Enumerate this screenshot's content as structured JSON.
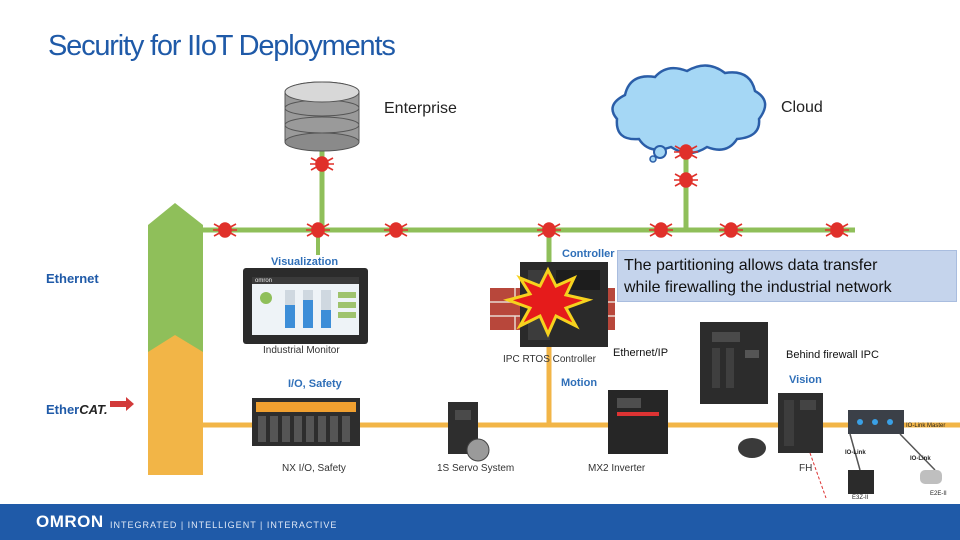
{
  "title": "Security for IIoT Deployments",
  "labels": {
    "enterprise": "Enterprise",
    "cloud": "Cloud",
    "ethernet": "Ethernet",
    "ethercat_prefix": "Ether",
    "ethercat_suffix": "CAT.",
    "controller": "Controller",
    "visualization": "Visualization",
    "industrial_monitor": "Industrial Monitor",
    "ipc_rtos": "IPC RTOS Controller",
    "ethernet_ip": "Ethernet/IP",
    "behind_firewall": "Behind firewall IPC",
    "motion": "Motion",
    "vision": "Vision",
    "io_safety": "I/O, Safety",
    "nx_io": "NX I/O, Safety",
    "servo": "1S Servo System",
    "inverter": "MX2 Inverter",
    "fh": "FH",
    "io_link_master": "IO-Link Master",
    "io_link_1": "IO-Link",
    "io_link_2": "IO-Link",
    "e3z": "E3Z-II",
    "e2e": "E2E-II",
    "monitor_brand": "omron"
  },
  "callout": {
    "line1": "The partitioning allows data transfer",
    "line2": "while firewalling the industrial network"
  },
  "footer": {
    "brand": "OMRON",
    "tagline": "INTEGRATED  |  INTELLIGENT  |  INTERACTIVE"
  },
  "colors": {
    "ethernet_bus": "#8fbf5a",
    "ethercat_bus": "#f2b547",
    "brand_blue": "#1f5aa8",
    "bug_red": "#e0302a",
    "callout_bg": "#c5d4ec"
  }
}
